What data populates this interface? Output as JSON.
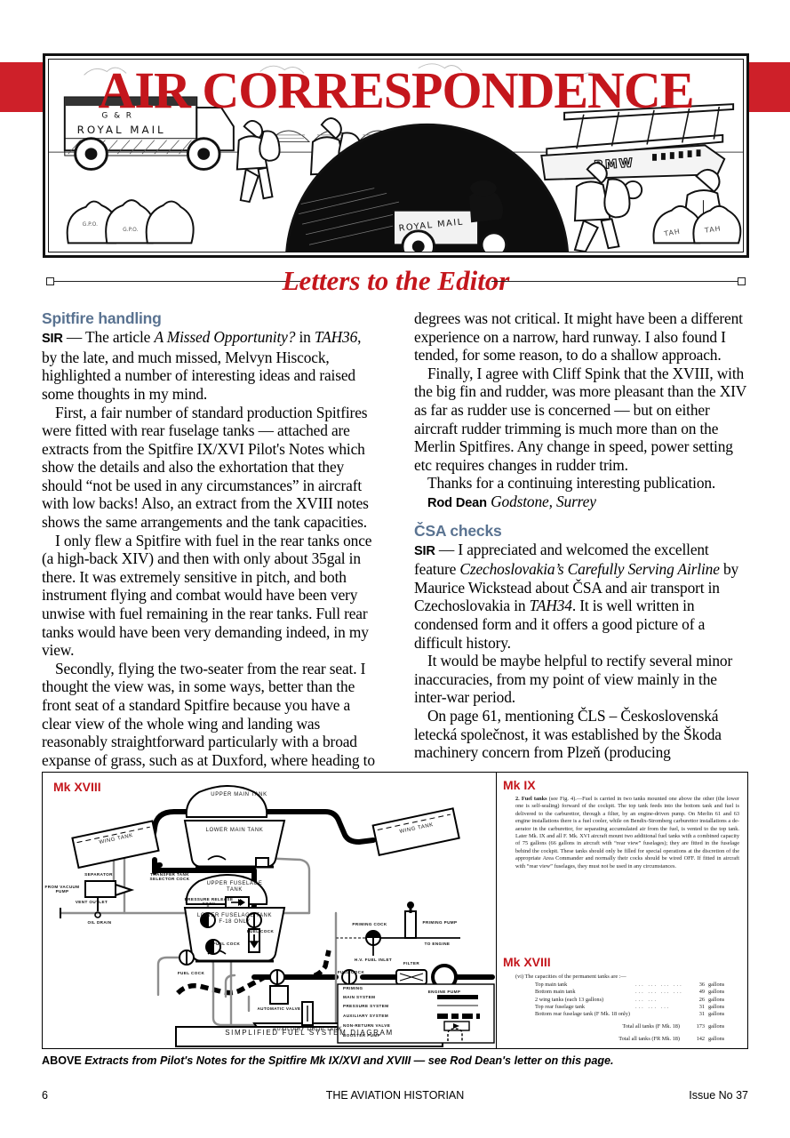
{
  "masthead": {
    "title": "AIR CORRESPONDENCE",
    "band_color": "#CE2029",
    "art_labels": {
      "van_top": "G R",
      "van_main": "ROYAL MAIL",
      "trolley": "ROYAL MAIL",
      "aircraft": "BMW",
      "sack_1": "TAH",
      "sack_2": "TAH"
    }
  },
  "letters_rule": {
    "title": "Letters to the Editor",
    "color": "#C4161C"
  },
  "letters": [
    {
      "heading": "Spitfire handling",
      "paragraphs": [
        "SIR — The article A Missed Opportunity? in TAH36, by the late, and much missed, Melvyn Hiscock, highlighted a number of interesting ideas and raised some thoughts in my mind.",
        "First, a fair number of standard production Spitfires were fitted with rear fuselage tanks — attached are extracts from the Spitfire IX/XVI Pilot's Notes which show the details and also the exhortation that they should “not be used in any circumstances” in aircraft with low backs! Also, an extract from the XVIII notes shows the same arrangements and the tank capacities.",
        "I only flew a Spitfire with fuel in the rear tanks once (a high-back XIV) and then with only about 35gal in there. It was extremely sensitive in pitch, and both instrument flying and combat would have been very unwise with fuel remaining in the rear tanks. Full rear tanks would have been very demanding indeed, in my view.",
        "Secondly, flying the two-seater from the rear seat. I thought the view was, in some ways, better than the front seat of a standard Spitfire because you have a clear view of the whole wing and landing was reasonably straightforward particularly with a broad expanse of grass, such as at Duxford, where heading to a couple of",
        "degrees was not critical. It might have been a different experience on a narrow, hard runway. I also found I tended, for some reason, to do a shallow approach.",
        "Finally, I agree with Cliff Spink that the XVIII, with the big fin and rudder, was more pleasant than the XIV as far as rudder use is concerned — but on either aircraft rudder trimming is much more than on the Merlin Spitfires. Any change in speed, power setting etc requires changes in rudder trim.",
        "Thanks for a continuing interesting publication."
      ],
      "signature_name": "Rod Dean",
      "signature_place": "Godstone, Surrey"
    },
    {
      "heading": "ČSA checks",
      "paragraphs": [
        "SIR — I appreciated and welcomed the excellent feature Czechoslovakia's Carefully Serving Airline by Maurice Wickstead about ČSA and air transport in Czechoslovakia in TAH34. It is well written in condensed form and it offers a good picture of a difficult history.",
        "It would be maybe helpful to rectify several minor inaccuracies, from my point of view mainly in the inter-war period.",
        "On page 61, mentioning ČLS – Československá letecká společnost, it was established by the Škoda machinery concern from Plzeň (producing"
      ]
    }
  ],
  "figure": {
    "mk_xviii_label": "Mk XVIII",
    "mk_ix_label": "Mk IX",
    "mk_xviii_right_label": "Mk XVIII",
    "diagram_title": "SIMPLIFIED FUEL SYSTEM  DIAGRAM",
    "diagram_labels": [
      "WING TANK",
      "WING TANK",
      "UPPER MAIN TANK",
      "LOWER MAIN TANK",
      "UPPER FUSELAGE TANK",
      "LOWER FUSELAGE TANK F-18 ONLY",
      "VENT OUTLET",
      "PRESSURE RELEASE COCK",
      "FUEL COCK",
      "FUEL COCK",
      "FUEL COCK",
      "FUEL COCK",
      "SEPARATOR",
      "FROM VACUUM PUMP",
      "OIL DRAIN",
      "TRANSFER TANK SELECTOR COCK",
      "AUTOMATIC VALVE",
      "AUXILIARY DROP TANK",
      "PRIMING COCK",
      "PRIMING PUMP",
      "TO ENGINE",
      "H.V. FUEL INLET",
      "FILTER",
      "ENGINE PUMP"
    ],
    "legend": [
      {
        "name": "PRIMING",
        "style": "priming"
      },
      {
        "name": "MAIN SYSTEM",
        "style": "solid"
      },
      {
        "name": "PRESSURE SYSTEM",
        "style": "thin"
      },
      {
        "name": "AUXILIARY SYSTEM",
        "style": "dashed"
      },
      {
        "name": "NON-RETURN VALVE",
        "style": "valve"
      },
      {
        "name": "BOOSTER PUMP",
        "style": "pump"
      }
    ],
    "mk_ix_note_number": "2.",
    "mk_ix_note_lead": "Fuel tanks",
    "mk_ix_note_body": "(see Fig. 4).—Fuel is carried in two tanks mounted one above the other (the lower one is self-sealing) forward of the cockpit. The top tank feeds into the bottom tank and fuel is delivered to the carburettor, through a filter, by an engine-driven pump. On Merlin 61 and 63 engine installations there is a fuel cooler, while on Bendix-Stromberg carburettor installations a de-aerator in the carburettor, for separating accumulated air from the fuel, is vented to the top tank. Later Mk. IX and all F. Mk. XVI aircraft mount two additional fuel tanks with a combined capacity of 75 gallons (66 gallons in aircraft with “rear view” fuselages); they are fitted in the fuselage behind the cockpit. These tanks should only be filled for special operations at the discretion of the appropriate Area Commander and normally their cocks should be wired OFF. If fitted in aircraft with “rear view” fuselages, they must not be used in any circumstances.",
    "capacity_intro_number": "(vi)",
    "capacity_intro": "The capacities of the permanent tanks are :—",
    "capacity_rows": [
      {
        "label": "Top main tank",
        "value": "36",
        "unit": "gallons"
      },
      {
        "label": "Bottom main tank",
        "value": "49",
        "unit": "gallons"
      },
      {
        "label": "2 wing tanks (each 13 gallons)",
        "value": "26",
        "unit": "gallons"
      },
      {
        "label": "Top rear fuselage tank",
        "value": "31",
        "unit": "gallons"
      },
      {
        "label": "Bottom rear fuselage tank (F Mk. 18 only)",
        "value": "31",
        "unit": "gallons"
      }
    ],
    "capacity_totals": [
      {
        "label": "Total all tanks (F Mk. 18)",
        "value": "173",
        "unit": "gallons"
      },
      {
        "label": "Total all tanks (FR Mk. 18)",
        "value": "142",
        "unit": "gallons"
      }
    ]
  },
  "caption": {
    "prefix": "ABOVE",
    "text": "Extracts from Pilot's Notes for the Spitfire Mk IX/XVI and XVIII — see Rod Dean's letter on this page."
  },
  "footer": {
    "page_number": "6",
    "publication": "THE AVIATION HISTORIAN",
    "issue": "Issue No 37"
  }
}
